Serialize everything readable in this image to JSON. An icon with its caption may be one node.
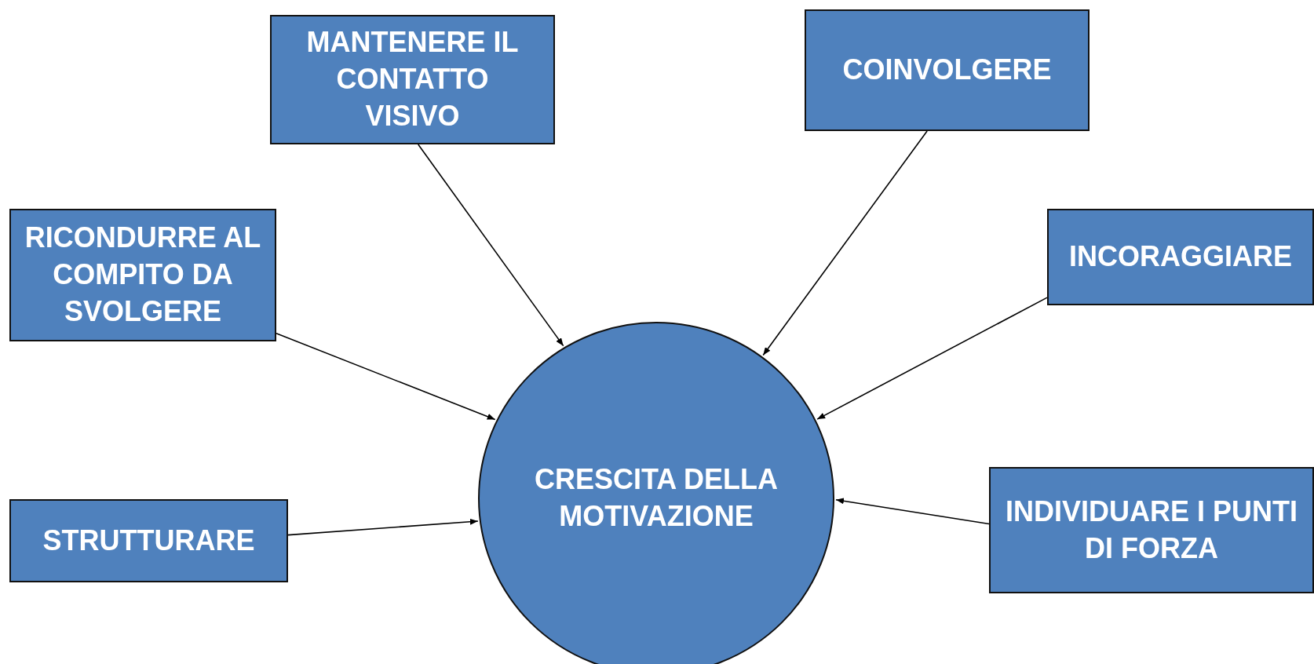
{
  "diagram": {
    "nodes": [
      {
        "text": [
          "MANTENERE IL CONTATTO VISIVO"
        ]
      },
      {
        "text": [
          "COINVOLGERE"
        ]
      },
      {
        "text": [
          "RICONDURRE AL COMPITO DA SVOLGERE"
        ]
      },
      {
        "text": [
          "INCORAGGIARE"
        ]
      },
      {
        "text": [
          "CRESCITA DELLA MOTIVAZIONE"
        ]
      },
      {
        "text": [
          "STRUTTURARE"
        ]
      },
      {
        "text": [
          "INDIVIDUARE I PUNTI DI FORZA"
        ]
      }
    ],
    "edges": [
      {
        "from": 0,
        "to": 4,
        "arrow": "to"
      },
      {
        "from": 1,
        "to": 4,
        "arrow": "to"
      },
      {
        "from": 2,
        "to": 4,
        "arrow": "to"
      },
      {
        "from": 3,
        "to": 4,
        "arrow": "to"
      },
      {
        "from": 5,
        "to": 4,
        "arrow": "to"
      },
      {
        "from": 6,
        "to": 4,
        "arrow": "to"
      }
    ]
  }
}
